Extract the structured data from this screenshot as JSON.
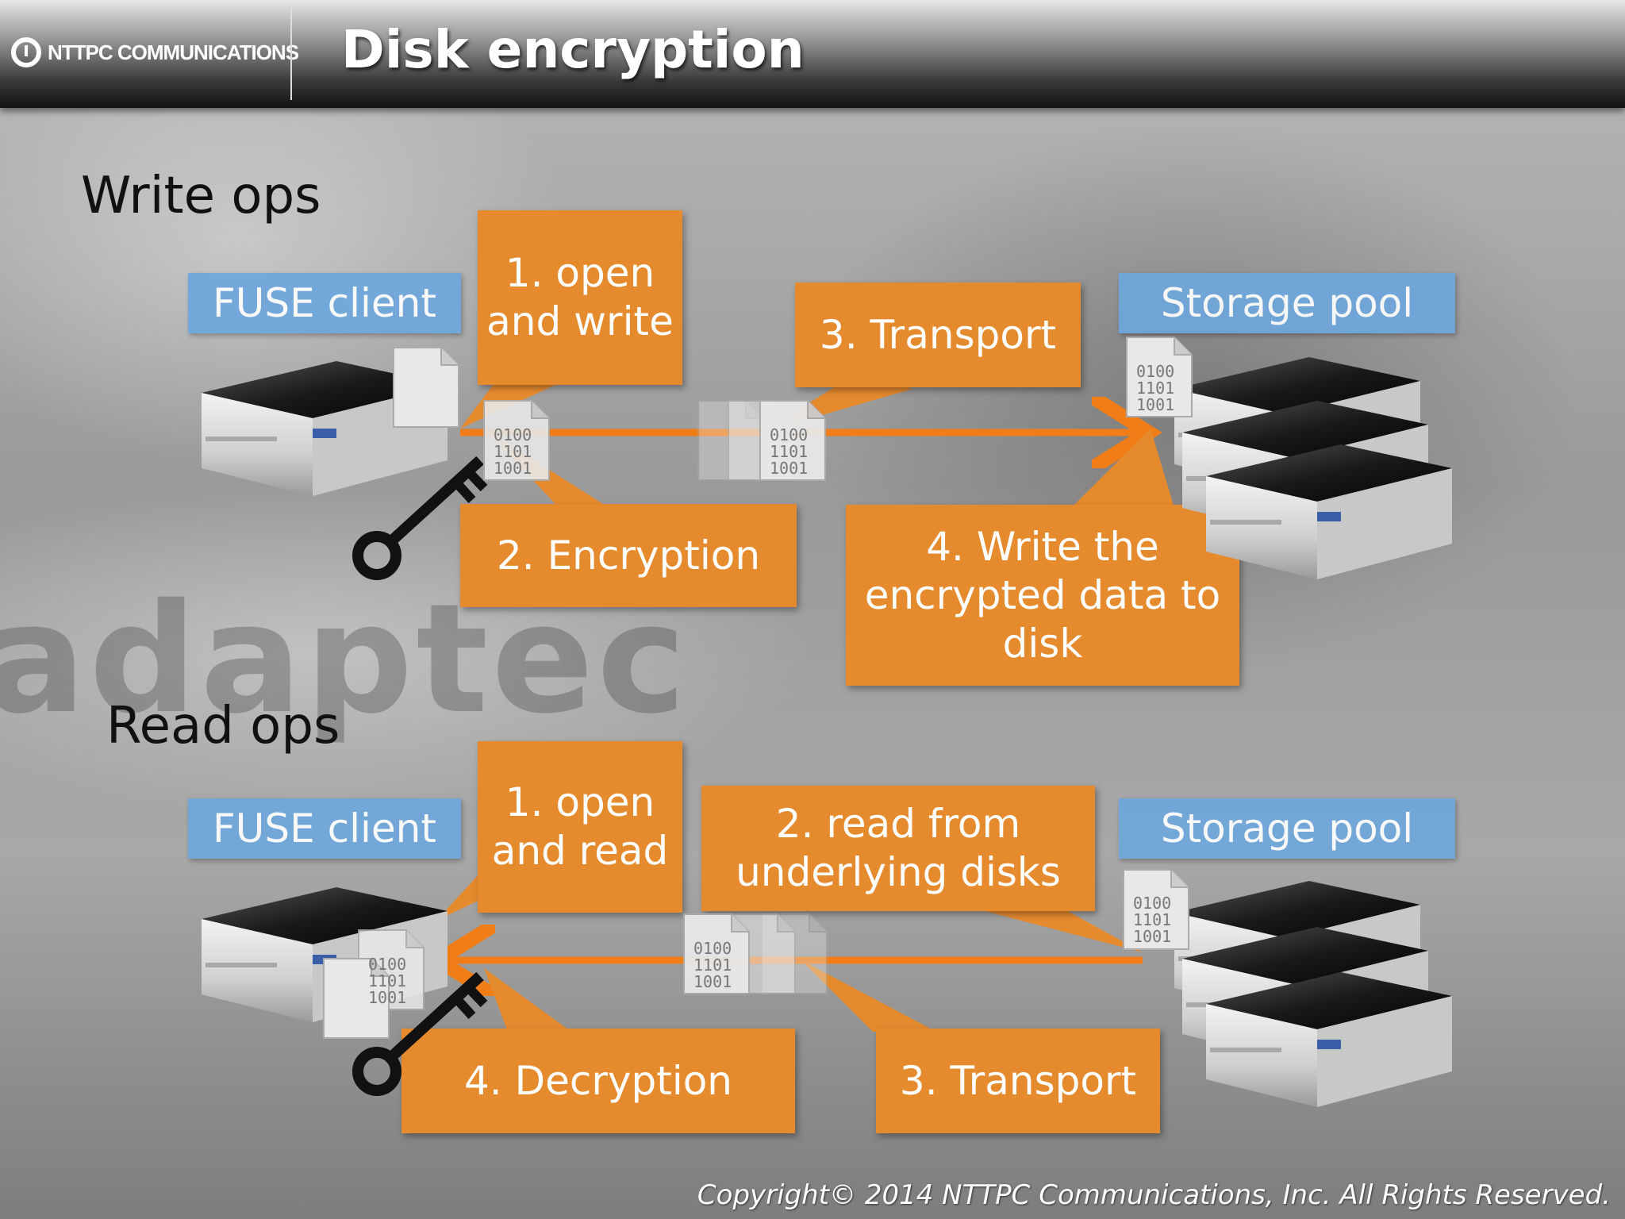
{
  "header": {
    "logo_text": "NTTPC COMMUNICATIONS",
    "title": "Disk encryption"
  },
  "write": {
    "section_label": "Write ops",
    "client_label": "FUSE client",
    "pool_label": "Storage pool",
    "step1": "1. open and write",
    "step2": "2. Encryption",
    "step3": "3. Transport",
    "step4": "4. Write the encrypted data to disk"
  },
  "read": {
    "section_label": "Read ops",
    "client_label": "FUSE client",
    "pool_label": "Storage pool",
    "step1": "1. open and read",
    "step2": "2. read from underlying disks",
    "step3": "3. Transport",
    "step4": "4. Decryption"
  },
  "file_bits": [
    "0100",
    "1101",
    "1001"
  ],
  "background_text": "adaptec",
  "colors": {
    "callout": "#e68a2e",
    "label": "#6ea7dd",
    "arrow": "#f07d17"
  },
  "icons": [
    "server-icon",
    "key-icon",
    "file-icon",
    "encrypted-file-icon"
  ],
  "copyright": "Copyright© 2014 NTTPC Communications, Inc. All Rights Reserved."
}
